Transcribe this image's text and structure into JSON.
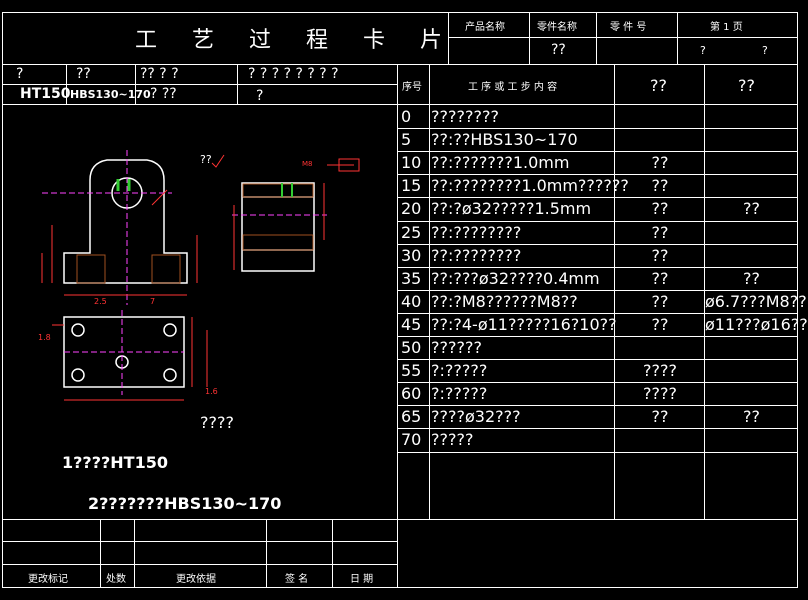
{
  "header": {
    "title": "工 艺 过 程 卡 片",
    "col_product_name": "产品名称",
    "col_part_name": "零件名称",
    "col_part_no": "零 件 号",
    "col_page": "第 1 页",
    "part_name_value": "??",
    "page_a": "?",
    "page_b": "?"
  },
  "material_row": {
    "h1": "?",
    "h2": "??",
    "h3": "?? ? ?",
    "h4": "? ? ? ? ? ? ? ?",
    "material": "HT150",
    "hardness": "HBS130~170",
    "v3": "? ??",
    "v4": "?"
  },
  "process_table": {
    "col_seq": "序号",
    "col_content": "工 序 或 工 步 内 容",
    "col_a": "??",
    "col_b": "??",
    "rows": [
      {
        "seq": "0",
        "content": "????????",
        "a": "",
        "b": ""
      },
      {
        "seq": "5",
        "content": "??:??HBS130~170",
        "a": "",
        "b": ""
      },
      {
        "seq": "10",
        "content": "??:???????1.0mm",
        "a": "??",
        "b": ""
      },
      {
        "seq": "15",
        "content": "??:????????1.0mm??????",
        "a": "??",
        "b": ""
      },
      {
        "seq": "20",
        "content": "??:?ø32?????1.5mm",
        "a": "??",
        "b": "??"
      },
      {
        "seq": "25",
        "content": "??:????????",
        "a": "??",
        "b": ""
      },
      {
        "seq": "30",
        "content": "??:????????",
        "a": "??",
        "b": ""
      },
      {
        "seq": "35",
        "content": "??:???ø32????0.4mm",
        "a": "??",
        "b": "??"
      },
      {
        "seq": "40",
        "content": "??:?M8??????M8??",
        "a": "??",
        "b": "ø6.7???M8??"
      },
      {
        "seq": "45",
        "content": "??:?4-ø11?????16?10??",
        "a": "??",
        "b": "ø11???ø16??"
      },
      {
        "seq": "50",
        "content": "??????",
        "a": "",
        "b": ""
      },
      {
        "seq": "55",
        "content": "?:?????",
        "a": "????",
        "b": ""
      },
      {
        "seq": "60",
        "content": "?:?????",
        "a": "????",
        "b": ""
      },
      {
        "seq": "65",
        "content": "????ø32???",
        "a": "??",
        "b": "??"
      },
      {
        "seq": "70",
        "content": "?????",
        "a": "",
        "b": ""
      }
    ]
  },
  "drawing": {
    "roughness_note": "??",
    "caption": "????",
    "note1": "1????HT150",
    "note2": "2???????HBS130~170",
    "label_m8": "M8",
    "label_25": "2.5",
    "label_7": "7",
    "label_18": "1.8",
    "label_16": "1.6"
  },
  "footer": {
    "c1": "更改标记",
    "c2": "处数",
    "c3": "更改依据",
    "c4": "签 名",
    "c5": "日 期"
  },
  "colors": {
    "line": "#ffffff",
    "dim_red": "#ff3333",
    "center_magenta": "#ff44ff",
    "hatch_brown": "#a05020",
    "accent_green": "#33cc33"
  }
}
